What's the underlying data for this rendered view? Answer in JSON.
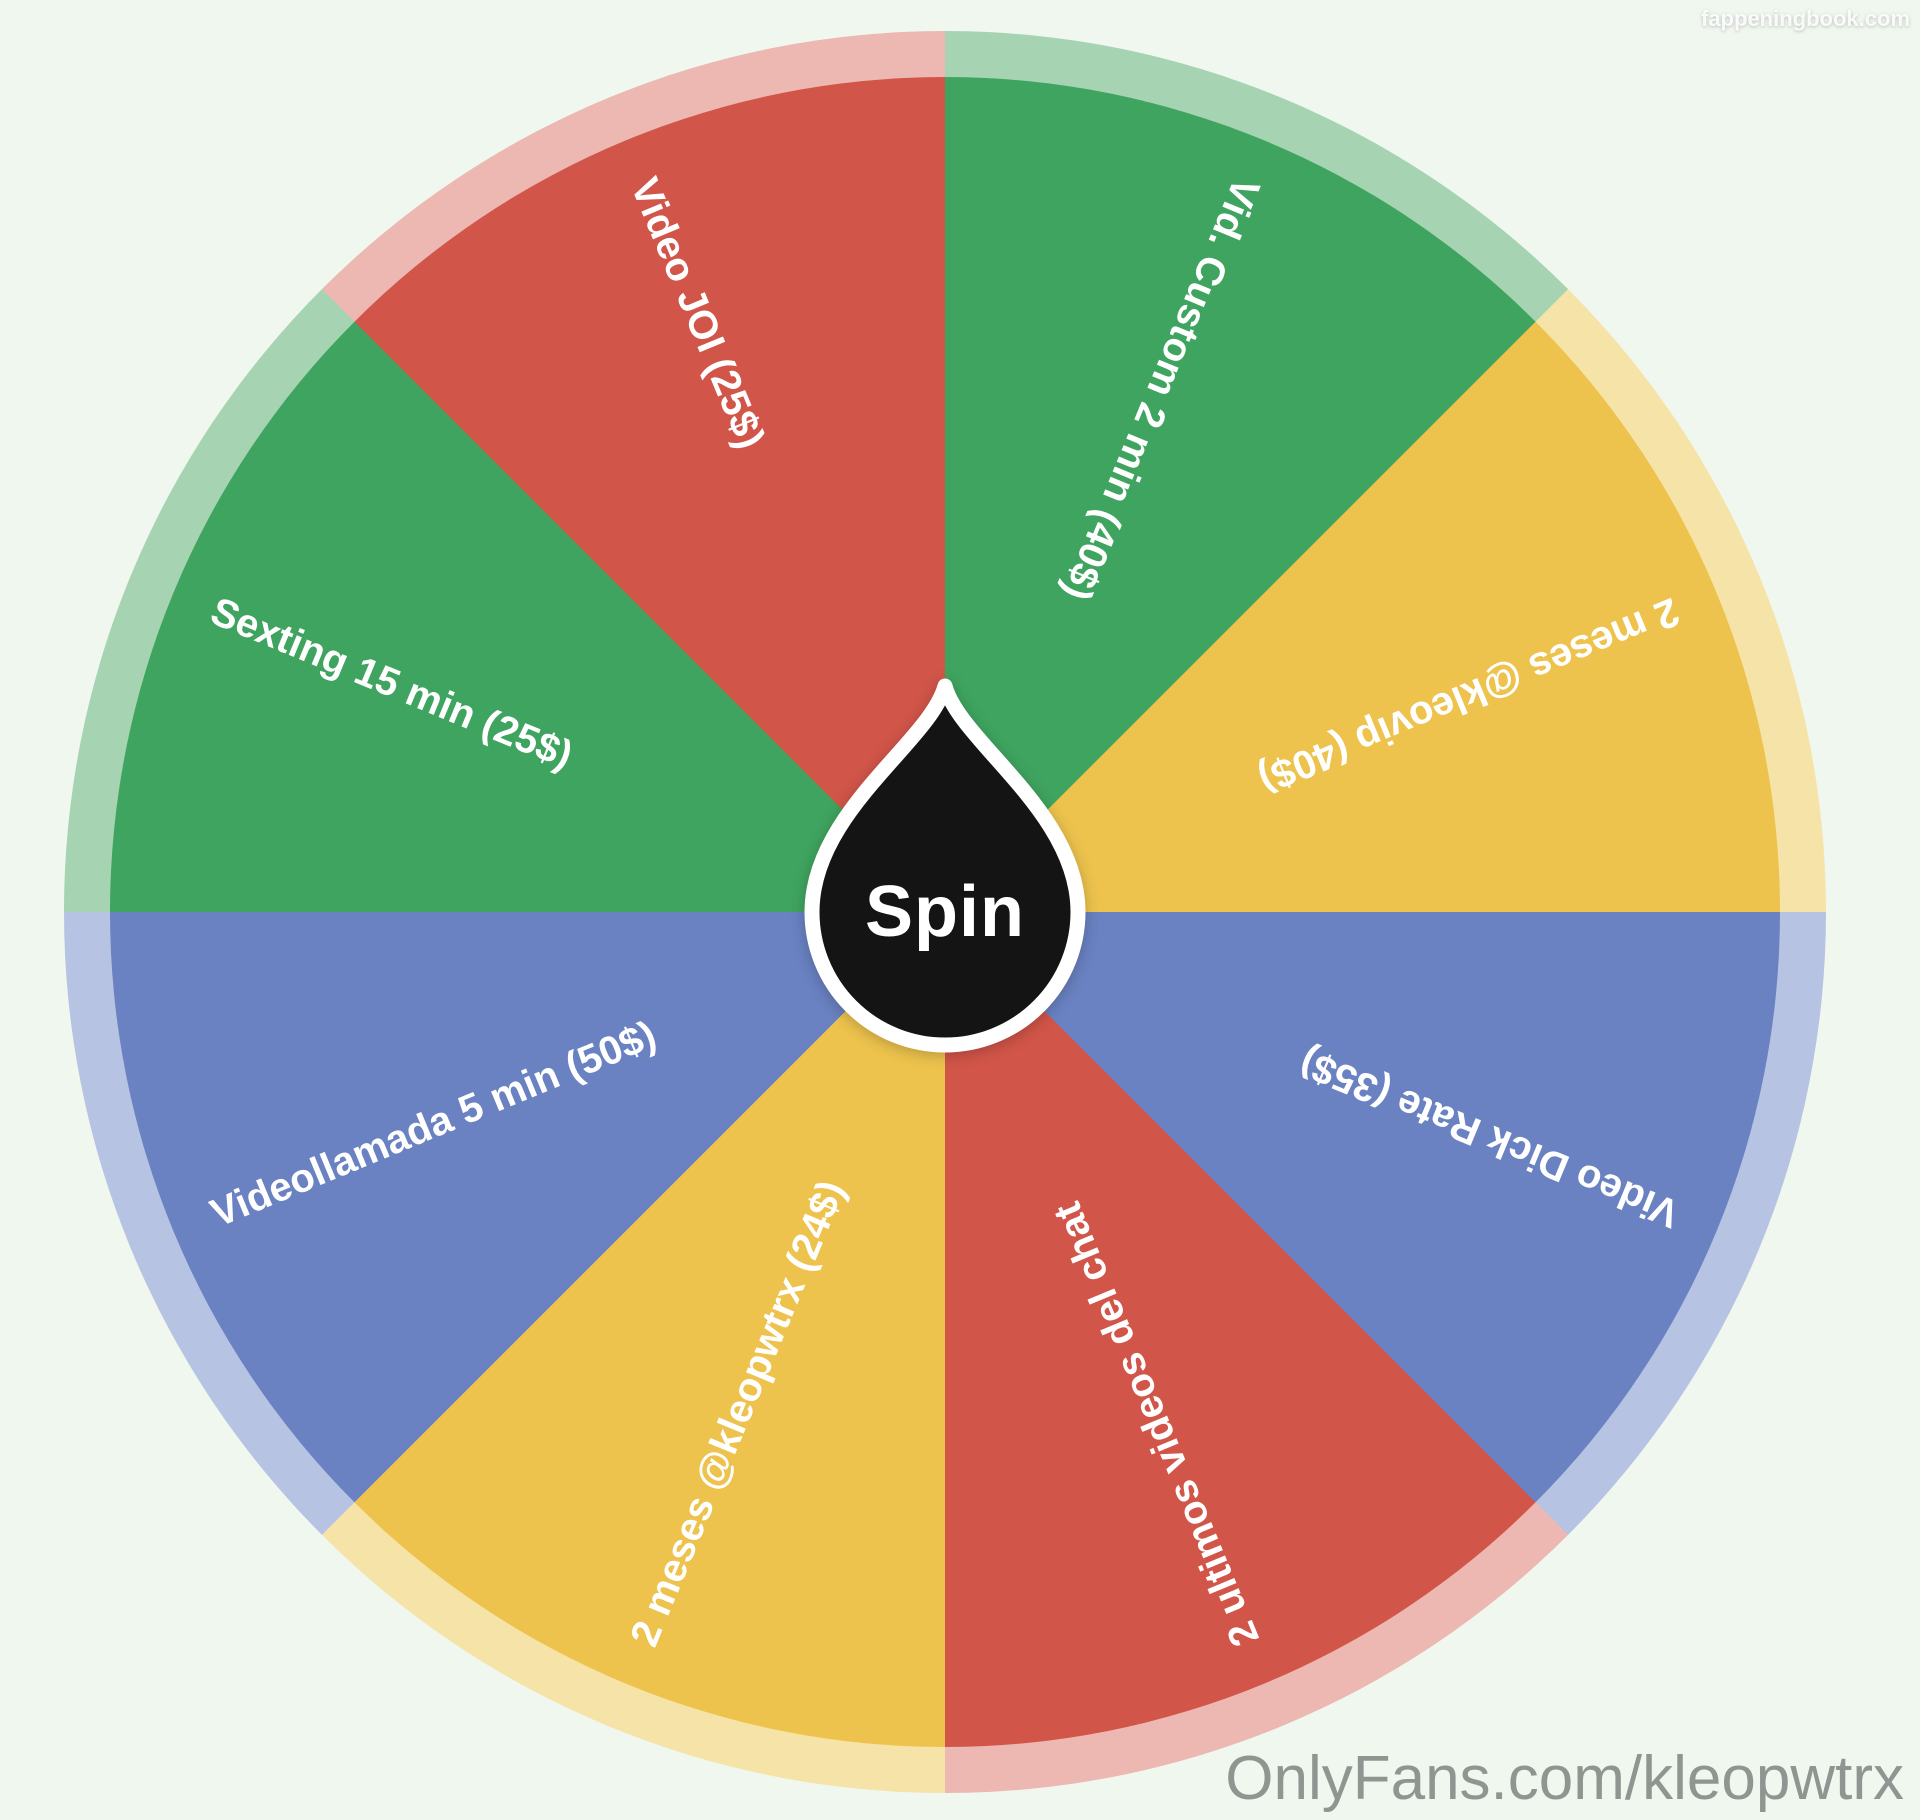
{
  "page": {
    "background": "#f0f7ef"
  },
  "watermarks": {
    "top_right": "fappeningbook.com",
    "bottom_right": "OnlyFans.com/kleopwtrx"
  },
  "wheel": {
    "center_label": "Spin",
    "colors": {
      "green": "#3fa45f",
      "yellow": "#edc34d",
      "blue": "#6a82c2",
      "red": "#d25549",
      "green-l": "#a6d3b1",
      "yellow-l": "#f6e3a7",
      "blue-l": "#b7c3e3",
      "red-l": "#ecb8b1"
    },
    "segments": [
      {
        "label": "Vid. Custom 2 min (40$)",
        "color": "green"
      },
      {
        "label": "2 meses @kleovip (40$)",
        "color": "yellow"
      },
      {
        "label": "Video Dick Rate (35$)",
        "color": "blue"
      },
      {
        "label": "2 ultimos videos del chat",
        "color": "red"
      },
      {
        "label": "2 meses @kleopwtrx (24$)",
        "color": "yellow"
      },
      {
        "label": "Videollamada 5 min (50$)",
        "color": "blue"
      },
      {
        "label": "Sexting 15 min (25$)",
        "color": "green"
      },
      {
        "label": "Video JOI (25$)",
        "color": "red"
      }
    ]
  }
}
